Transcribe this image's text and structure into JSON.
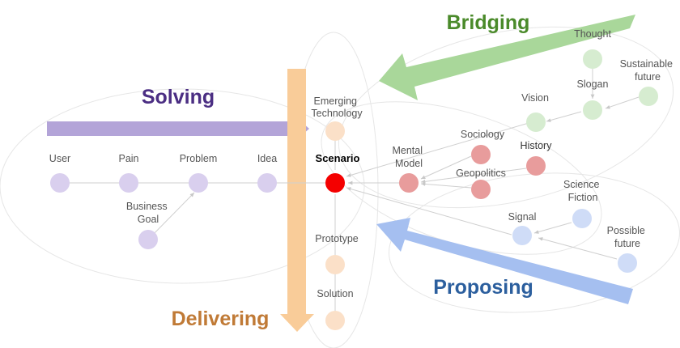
{
  "colors": {
    "solving": "#4b2e83",
    "bridging": "#4a8a2a",
    "proposing": "#2c5f9e",
    "delivering": "#c07a36",
    "purple_node": "#d9cfee",
    "green_node": "#d6ecd0",
    "red_node": "#e89c9c",
    "blue_node": "#cfdcf7",
    "peach_node": "#fbe0c8",
    "scenario_node": "#f40000",
    "arrow_purple": "#b3a4d8",
    "arrow_green": "#a9d79a",
    "arrow_blue": "#a5bff0",
    "arrow_orange": "#f9cc99"
  },
  "arrows": {
    "solving": "Solving",
    "bridging": "Bridging",
    "proposing": "Proposing",
    "delivering": "Delivering"
  },
  "nodes": {
    "user": "User",
    "pain": "Pain",
    "problem": "Problem",
    "idea": "Idea",
    "business_goal": [
      "Business",
      "Goal"
    ],
    "emerging_technology": [
      "Emerging",
      "Technology"
    ],
    "scenario": "Scenario",
    "prototype": "Prototype",
    "solution": "Solution",
    "mental_model": [
      "Mental",
      "Model"
    ],
    "sociology": "Sociology",
    "geopolitics": "Geopolitics",
    "history": "History",
    "vision": "Vision",
    "thought": "Thought",
    "slogan": "Slogan",
    "sustainable_future": [
      "Sustainable",
      "future"
    ],
    "signal": "Signal",
    "science_fiction": [
      "Science",
      "Fiction"
    ],
    "possible_future": [
      "Possible",
      "future"
    ]
  }
}
